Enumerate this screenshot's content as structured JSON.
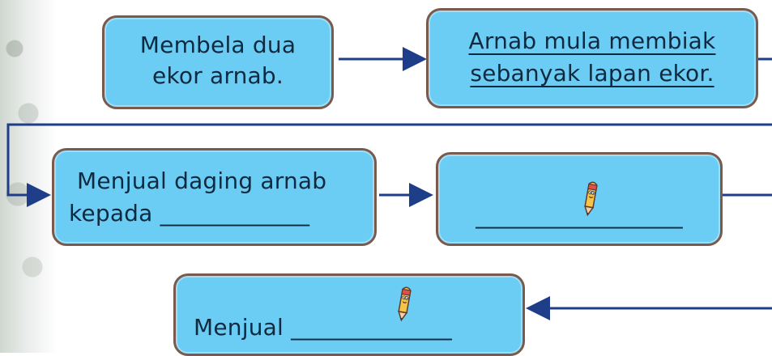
{
  "boxes": {
    "b1": {
      "line1": "Membela dua",
      "line2": "ekor arnab."
    },
    "b2": {
      "line1": "Arnab mula membiak",
      "line2": "sebanyak lapan ekor."
    },
    "b3": {
      "line1": "Menjual daging arnab",
      "line2": "kepada _____________"
    },
    "b4": {
      "line1": "__________________"
    },
    "b5": {
      "line1": "Menjual ______________"
    }
  },
  "icons": {
    "pencil": "pencil-icon"
  },
  "colors": {
    "box_fill": "#6ccdf4",
    "box_border": "#7a5a4c",
    "line": "#1f3e8a",
    "text": "#0f2a40"
  }
}
